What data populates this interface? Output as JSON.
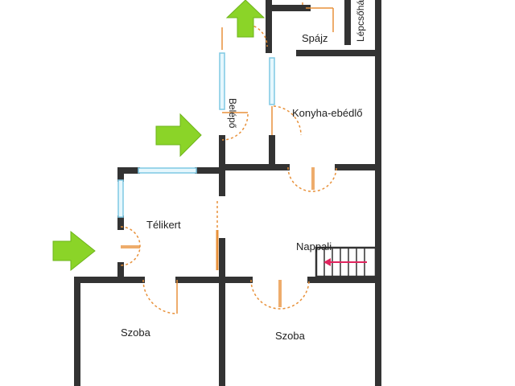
{
  "rooms": {
    "pantry": "Spájz",
    "kitchen": "Konyha-ebédlő",
    "entry": "Belépő",
    "winter_garden": "Télikert",
    "living_room": "Nappali",
    "bedroom_left": "Szoba",
    "bedroom_right": "Szoba",
    "stairwell": "Lépcsőház"
  },
  "colors": {
    "wall": "#333333",
    "window": "#7ec8e3",
    "door": "#e8913a",
    "arrow": "#8bd428",
    "stair_arrow": "#e0245e"
  },
  "icons": [
    "entrance-arrow-icon",
    "stair-direction-icon"
  ]
}
